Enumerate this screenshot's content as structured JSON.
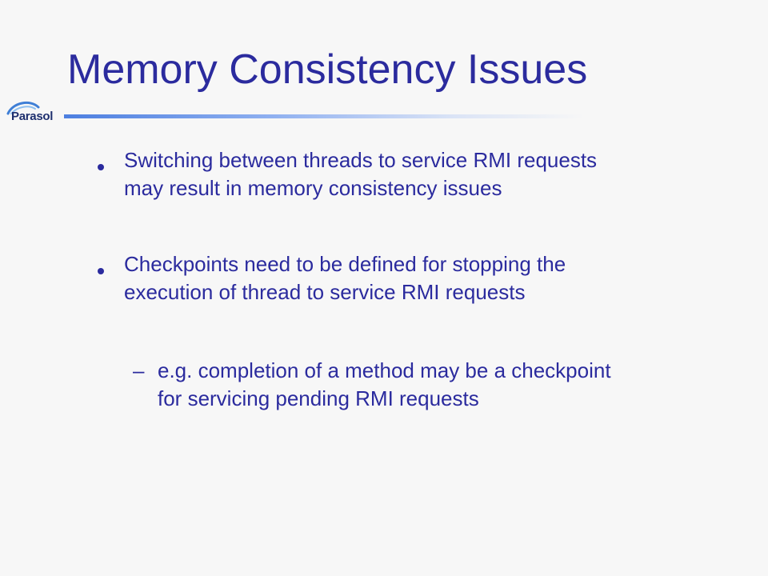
{
  "slide": {
    "title": "Memory Consistency Issues",
    "logo_text": "Parasol",
    "bullets": [
      {
        "lines": [
          "Switching between threads to service RMI requests",
          "may result in memory consistency issues"
        ]
      },
      {
        "lines": [
          "Checkpoints need to be defined for stopping the",
          "execution of thread to service RMI requests"
        ]
      }
    ],
    "sub_bullet": {
      "marker": "–",
      "lines": [
        "e.g. completion of a method may be a checkpoint",
        "for servicing pending RMI requests"
      ]
    }
  },
  "colors": {
    "title": "#2b2b9e",
    "body_text": "#2b2b9e",
    "background": "#f7f7f7",
    "rule_accent": "#4d7fe0"
  }
}
